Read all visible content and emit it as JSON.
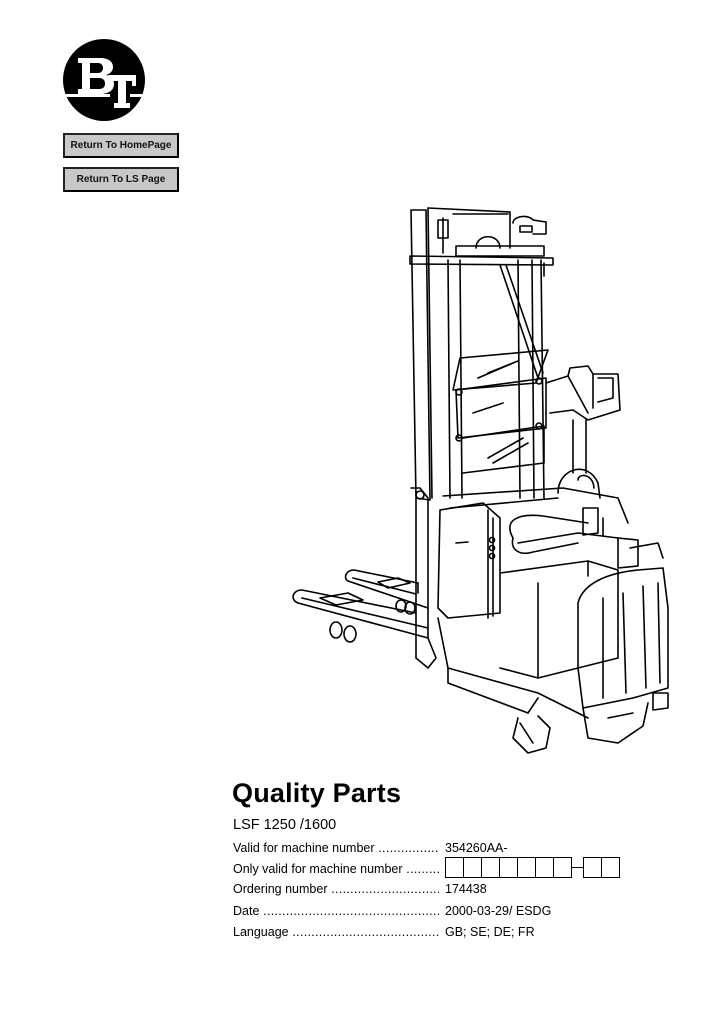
{
  "logo": {
    "text": "BT",
    "icon": "bt-logo-circle"
  },
  "nav": {
    "home_button": "Return To HomePage",
    "ls_button": "Return To LS Page"
  },
  "illustration": {
    "subject": "forklift-pallet-stacker-line-drawing"
  },
  "document": {
    "title": "Quality Parts",
    "model": "LSF 1250 /1600",
    "fields": [
      {
        "label": "Valid for machine number",
        "value": "354260AA-"
      },
      {
        "label": "Only valid for machine number",
        "value": "",
        "boxes_before_dash": 7,
        "boxes_after_dash": 2
      },
      {
        "label": "Ordering number",
        "value": "174438"
      },
      {
        "label": "Date",
        "value": "2000-03-29/ ESDG"
      },
      {
        "label": "Language",
        "value": "GB; SE; DE; FR"
      }
    ]
  },
  "colors": {
    "button_bg": "#c8c8c8",
    "ink": "#000000",
    "background": "#ffffff"
  }
}
